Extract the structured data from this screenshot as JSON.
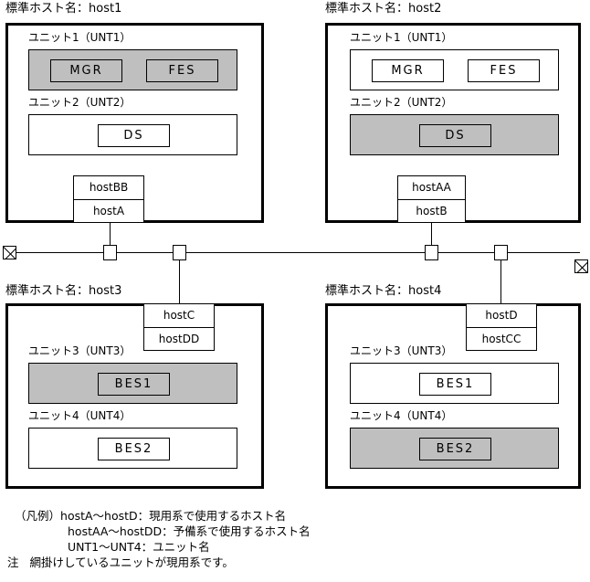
{
  "diagram": {
    "title_prefix": "標準ホスト名：",
    "hosts": [
      {
        "id": "host1",
        "caption": "標準ホスト名：host1",
        "name": "host1",
        "units": [
          {
            "label": "ユニット1（UNT1）",
            "unit_id": "UNT1",
            "shaded": true,
            "processes": [
              "MGR",
              "FES"
            ]
          },
          {
            "label": "ユニット2（UNT2）",
            "unit_id": "UNT2",
            "shaded": false,
            "processes": [
              "DS"
            ]
          }
        ],
        "hostnames": {
          "standby": "hostBB",
          "active": "hostA"
        }
      },
      {
        "id": "host2",
        "caption": "標準ホスト名：host2",
        "name": "host2",
        "units": [
          {
            "label": "ユニット1（UNT1）",
            "unit_id": "UNT1",
            "shaded": false,
            "processes": [
              "MGR",
              "FES"
            ]
          },
          {
            "label": "ユニット2（UNT2）",
            "unit_id": "UNT2",
            "shaded": true,
            "processes": [
              "DS"
            ]
          }
        ],
        "hostnames": {
          "standby": "hostAA",
          "active": "hostB"
        }
      },
      {
        "id": "host3",
        "caption": "標準ホスト名：host3",
        "name": "host3",
        "units": [
          {
            "label": "ユニット3（UNT3）",
            "unit_id": "UNT3",
            "shaded": true,
            "processes": [
              "BES1"
            ]
          },
          {
            "label": "ユニット4（UNT4）",
            "unit_id": "UNT4",
            "shaded": false,
            "processes": [
              "BES2"
            ]
          }
        ],
        "hostnames": {
          "active": "hostC",
          "standby": "hostDD"
        }
      },
      {
        "id": "host4",
        "caption": "標準ホスト名：host4",
        "name": "host4",
        "units": [
          {
            "label": "ユニット3（UNT3）",
            "unit_id": "UNT3",
            "shaded": false,
            "processes": [
              "BES1"
            ]
          },
          {
            "label": "ユニット4（UNT4）",
            "unit_id": "UNT4",
            "shaded": true,
            "processes": [
              "BES2"
            ]
          }
        ],
        "hostnames": {
          "active": "hostD",
          "standby": "hostCC"
        }
      }
    ],
    "network": {
      "connector_count": 4,
      "terminator_count": 2
    },
    "legend": {
      "marker": "（凡例）",
      "lines": [
        "hostA〜hostD：現用系で使用するホスト名",
        "hostAA〜hostDD：予備系で使用するホスト名",
        "UNT1〜UNT4：ユニット名"
      ],
      "note_marker": "注",
      "note_text": "網掛けしているユニットが現用系です。"
    },
    "colors": {
      "shaded_fill": "#bfbfbf",
      "line": "#000000",
      "background": "#ffffff"
    }
  }
}
